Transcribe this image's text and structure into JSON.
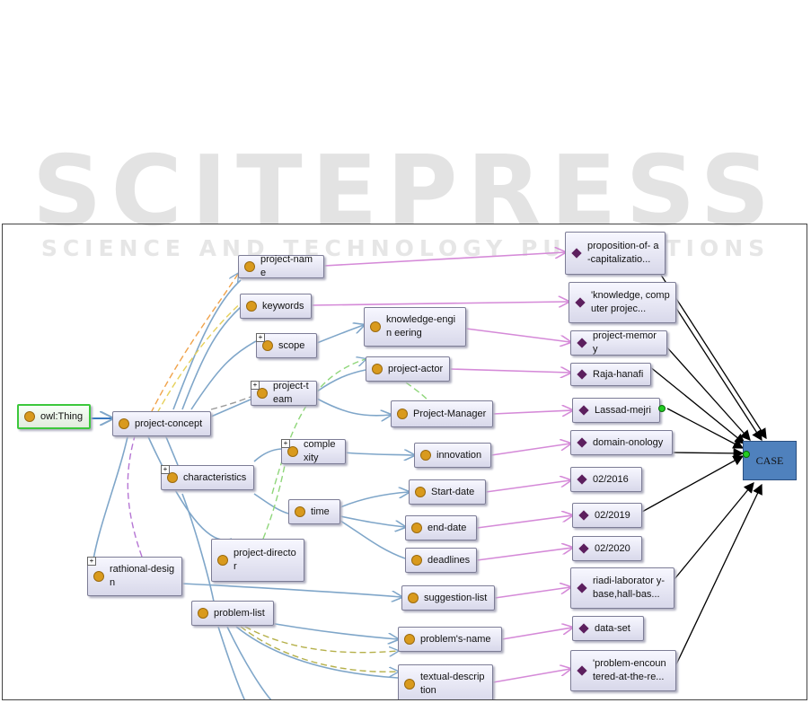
{
  "watermark": {
    "title": "SCITEPRESS",
    "subtitle": "SCIENCE AND TECHNOLOGY PUBLICATIONS"
  },
  "nodes": {
    "owl_thing": "owl:Thing",
    "project_concept": "project-concept",
    "project_name": "project-name",
    "keywords": "keywords",
    "scope": "scope",
    "project_team": "project-team",
    "characteristics": "characteristics",
    "complexity": "complexity",
    "time": "time",
    "project_director": "project-directo r",
    "rathional_design": "rathional-desig n",
    "problem_list": "problem-list",
    "knowledge_engineering": "knowledge-engin eering",
    "project_actor": "project-actor",
    "project_manager": "Project-Manager",
    "innovation": "innovation",
    "start_date": "Start-date",
    "end_date": "end-date",
    "deadlines": "deadlines",
    "suggestion_list": "suggestion-list",
    "problems_name": "problem's-name",
    "textual_description": "textual-descrip tion"
  },
  "individuals": {
    "proposition": "proposition-of- a-capitalizatio...",
    "knowledge_computer": "'knowledge, computer projec...",
    "project_memory": "project-memory",
    "raja_hanafi": "Raja-hanafi",
    "lassad_mejri": "Lassad-mejri",
    "domain_ontology": "domain-onology",
    "date_2016": "02/2016",
    "date_2019": "02/2019",
    "date_2020": "02/2020",
    "riadi": "riadi-laborator y-base,hall-bas...",
    "data_set": "data-set",
    "problem_encountered": "'problem-encoun tered-at-the-re..."
  },
  "case": "CASE",
  "colors": {
    "subclass": "#7fa6c9",
    "property": "#d58ad8",
    "dashed_orange": "#f0a24a",
    "dashed_green": "#8fd67a",
    "dashed_purple": "#b676d4",
    "dashed_olive": "#b5b04a",
    "case_bg": "#4f81bd"
  }
}
